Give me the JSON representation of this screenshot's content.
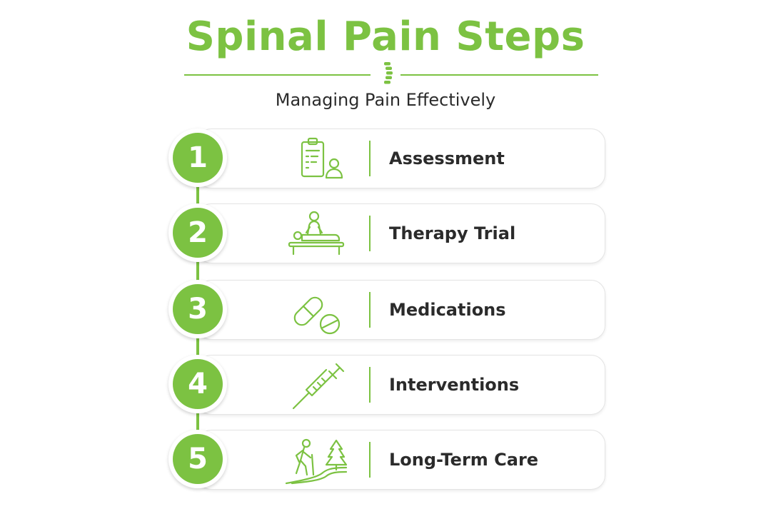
{
  "colors": {
    "accent": "#7cc242",
    "text": "#2b2b2b"
  },
  "title": "Spinal Pain Steps",
  "subtitle": "Managing Pain Effectively",
  "steps": [
    {
      "number": "1",
      "label": "Assessment",
      "icon": "clipboard-person-icon"
    },
    {
      "number": "2",
      "label": "Therapy Trial",
      "icon": "massage-therapy-icon"
    },
    {
      "number": "3",
      "label": "Medications",
      "icon": "pills-icon"
    },
    {
      "number": "4",
      "label": "Interventions",
      "icon": "syringe-icon"
    },
    {
      "number": "5",
      "label": "Long-Term Care",
      "icon": "hiker-path-icon"
    }
  ]
}
